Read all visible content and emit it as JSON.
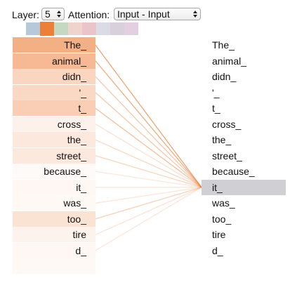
{
  "controls": {
    "layer_label": "Layer:",
    "layer_value": "5",
    "attention_label": "Attention:",
    "attention_value": "Input - Input"
  },
  "head_swatches": [
    "#b5c9da",
    "#ee7f3b",
    "#c4d8c2",
    "#eed4cd",
    "#e9c4c9",
    "#dadbe4",
    "#d8d0da",
    "#e2cfe0",
    "#d1d3df"
  ],
  "selected_head": 1,
  "accent_color": "#ee7f3b",
  "left_tokens": [
    {
      "text": "The_",
      "weight": 0.62
    },
    {
      "text": "animal_",
      "weight": 0.55
    },
    {
      "text": "didn_",
      "weight": 0.32
    },
    {
      "text": "'_",
      "weight": 0.3
    },
    {
      "text": "t_",
      "weight": 0.38
    },
    {
      "text": "cross_",
      "weight": 0.1
    },
    {
      "text": "the_",
      "weight": 0.18
    },
    {
      "text": "street_",
      "weight": 0.18
    },
    {
      "text": "because_",
      "weight": 0.04
    },
    {
      "text": "it_",
      "weight": 0.06
    },
    {
      "text": "was_",
      "weight": 0.05
    },
    {
      "text": "too_",
      "weight": 0.22
    },
    {
      "text": "tire",
      "weight": 0.09
    },
    {
      "text": "d_",
      "weight": 0.06
    },
    {
      "text": "",
      "weight": 0.05
    }
  ],
  "right_tokens": [
    "The_",
    "animal_",
    "didn_",
    "'_",
    "t_",
    "cross_",
    "the_",
    "street_",
    "because_",
    "it_",
    "was_",
    "too_",
    "tire",
    "d_"
  ],
  "selected_right_index": 9
}
